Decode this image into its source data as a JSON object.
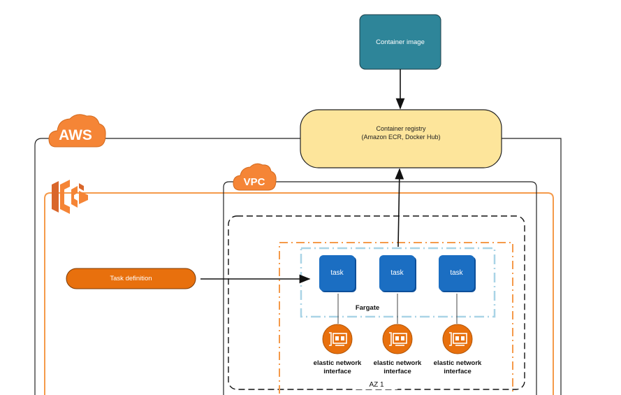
{
  "nodes": {
    "container_image": "Container image",
    "container_registry": "Container registry\n(Amazon ECR, Docker Hub)",
    "task_definition": "Task definition",
    "tasks": [
      "task",
      "task",
      "task"
    ],
    "fargate": "Fargate",
    "eni_labels": [
      "elastic network\ninterface",
      "elastic network\ninterface",
      "elastic network\ninterface"
    ],
    "az": "AZ 1"
  },
  "badges": {
    "aws": "AWS",
    "vpc": "VPC"
  },
  "icons": [
    "aws-cloud-icon",
    "ecs-icon",
    "vpc-cloud-icon",
    "elastic-network-interface-icon"
  ],
  "colors": {
    "container_image_fill": "#2e8599",
    "registry_fill": "#fde59b",
    "task_def_fill": "#e8700d",
    "task_fill": "#1b6ec2",
    "orange": "#f59a4a",
    "fargate_border": "#a9d4e6",
    "aws_badge": "#f58536"
  }
}
